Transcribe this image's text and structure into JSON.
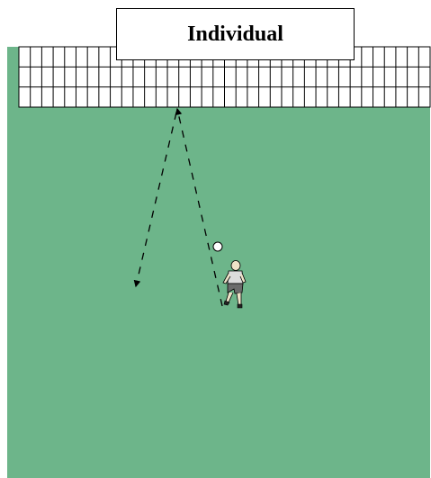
{
  "title": "Individual",
  "colors": {
    "field": "#6db58a",
    "net_background": "#ffffff",
    "net_lines": "#000000",
    "path": "#000000",
    "ball": "#ffffff"
  },
  "elements": {
    "net": "rebound-net-grid",
    "player": "player-figure",
    "ball": "ball",
    "paths": [
      "pass-path-to-net",
      "rebound-path-from-net"
    ]
  }
}
